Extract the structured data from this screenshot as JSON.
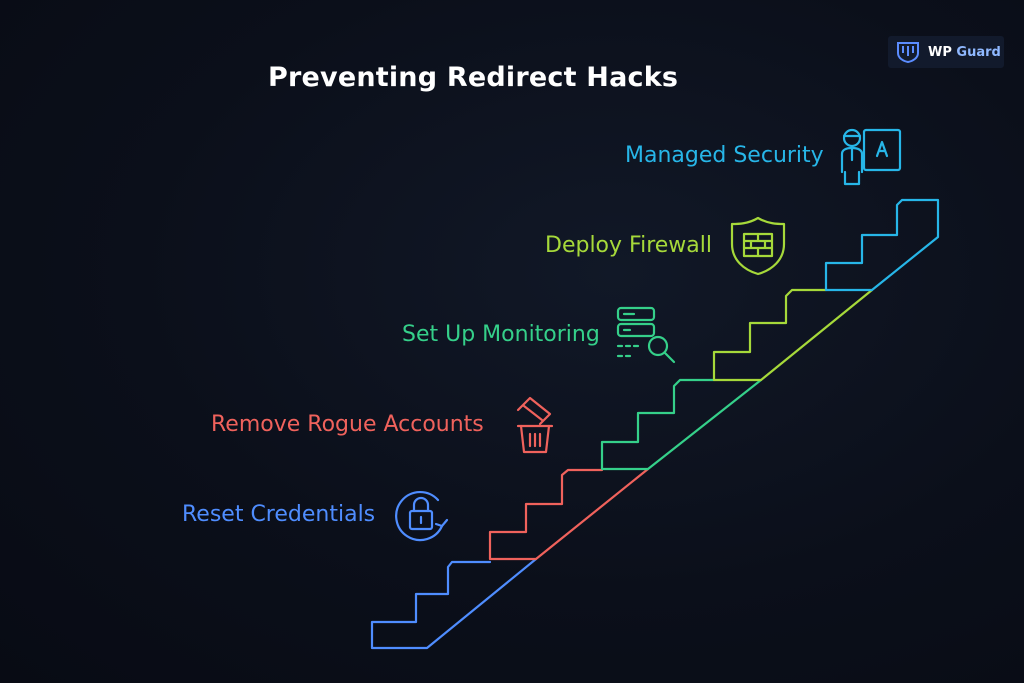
{
  "title": "Preventing Redirect Hacks",
  "brand": {
    "wp": "WP",
    "guard": "Guard"
  },
  "steps": [
    {
      "label": "Reset Credentials",
      "color": "#4f8dff",
      "icon": "lock-refresh-icon"
    },
    {
      "label": "Remove Rogue Accounts",
      "color": "#f0625c",
      "icon": "trash-card-icon"
    },
    {
      "label": "Set Up Monitoring",
      "color": "#35d08a",
      "icon": "server-search-icon"
    },
    {
      "label": "Deploy Firewall",
      "color": "#a6d93a",
      "icon": "firewall-shield-icon"
    },
    {
      "label": "Managed Security",
      "color": "#27b6e8",
      "icon": "security-guard-icon"
    }
  ]
}
